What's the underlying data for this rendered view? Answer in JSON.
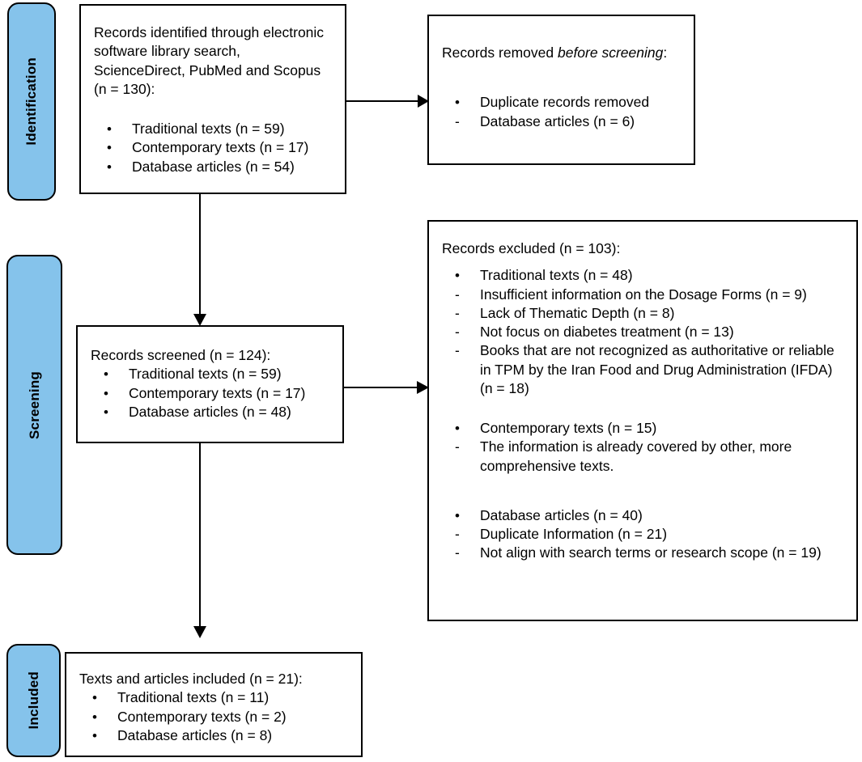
{
  "diagram": {
    "title": "PRISMA flow diagram",
    "accent_color": "#85C3EB",
    "line_color": "#000000",
    "background": "#FFFFFF"
  },
  "stages": [
    {
      "id": "identification",
      "label": "Identification"
    },
    {
      "id": "screening",
      "label": "Screening"
    },
    {
      "id": "included",
      "label": "Included"
    }
  ],
  "boxes": {
    "identification": {
      "title": "Records identified through electronic software library search, ScienceDirect, PubMed and Scopus (n = 130):",
      "items": [
        {
          "marker": "dot",
          "text": "Traditional texts (n = 59)"
        },
        {
          "marker": "dot",
          "text": "Contemporary texts (n = 17)"
        },
        {
          "marker": "dot",
          "text": "Database articles (n = 54)"
        }
      ]
    },
    "removed": {
      "title_lead": "Records removed ",
      "title_italic": "before screening",
      "title_tail": ":",
      "items": [
        {
          "marker": "dot",
          "text": "Duplicate records removed"
        },
        {
          "marker": "dash",
          "text": "Database articles (n = 6)"
        }
      ]
    },
    "screened": {
      "title": "Records screened (n = 124):",
      "items": [
        {
          "marker": "dot",
          "text": "Traditional texts (n = 59)"
        },
        {
          "marker": "dot",
          "text": "Contemporary texts (n = 17)"
        },
        {
          "marker": "dot",
          "text": "Database articles (n = 48)"
        }
      ]
    },
    "excluded": {
      "title": "Records excluded (n = 103):",
      "group_a": [
        {
          "marker": "dot",
          "text": "Traditional texts (n = 48)"
        },
        {
          "marker": "dash",
          "text": "Insufficient information on the Dosage Forms (n = 9)"
        },
        {
          "marker": "dash",
          "text": "Lack of Thematic Depth (n = 8)"
        },
        {
          "marker": "dash",
          "text": "Not focus on diabetes treatment (n = 13)"
        },
        {
          "marker": "dash",
          "text": "Books that are not recognized as authoritative or reliable in TPM by the Iran Food and Drug Administration (IFDA) (n = 18)"
        }
      ],
      "group_b": [
        {
          "marker": "dot",
          "text": "Contemporary texts (n = 15)"
        },
        {
          "marker": "dash",
          "text": "The information is already covered by other, more comprehensive texts."
        }
      ],
      "group_c": [
        {
          "marker": "dot",
          "text": "Database articles (n = 40)"
        },
        {
          "marker": "dash",
          "text": "Duplicate Information (n = 21)"
        },
        {
          "marker": "dash",
          "text": "Not align with search terms or research scope (n = 19)"
        }
      ]
    },
    "included": {
      "title": "Texts and articles included (n = 21):",
      "items": [
        {
          "marker": "dot",
          "text": "Traditional texts (n = 11)"
        },
        {
          "marker": "dot",
          "text": "Contemporary texts (n = 2)"
        },
        {
          "marker": "dot",
          "text": "Database articles (n = 8)"
        }
      ]
    }
  },
  "connectors": [
    {
      "id": "identification-to-removed",
      "kind": "arrow-right"
    },
    {
      "id": "identification-to-screened",
      "kind": "arrow-down"
    },
    {
      "id": "screened-to-excluded",
      "kind": "arrow-right"
    },
    {
      "id": "screened-to-included",
      "kind": "arrow-down"
    }
  ]
}
